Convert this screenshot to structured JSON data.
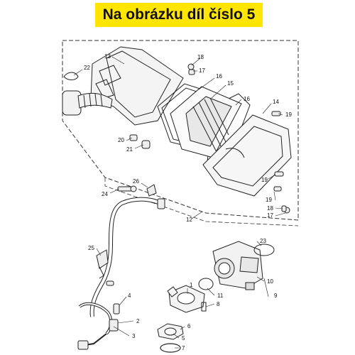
{
  "banner": {
    "text": "Na obrázku díl číslo 5",
    "color": "#FFE500"
  },
  "callouts": {
    "c13": "13",
    "c22": "22",
    "c18a": "18",
    "c17a": "17",
    "c16a": "16",
    "c15": "15",
    "c16b": "16",
    "c14": "14",
    "c19a": "19",
    "c20": "20",
    "c21": "21",
    "c19b": "19",
    "c24": "24",
    "c26": "26",
    "c19c": "19",
    "c18b": "18",
    "c17b": "17",
    "c12": "12",
    "c23": "23",
    "c25": "25",
    "c1": "1",
    "c10": "10",
    "c11": "11",
    "c8": "8",
    "c9": "9",
    "c4": "4",
    "c2": "2",
    "c6": "6",
    "c3": "3",
    "c5": "5",
    "c7": "7"
  }
}
